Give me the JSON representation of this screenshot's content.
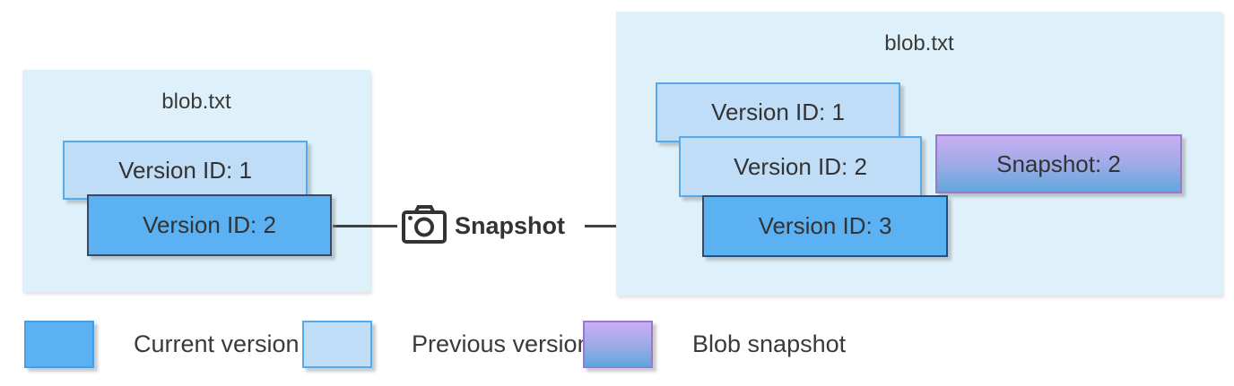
{
  "left_box": {
    "title": "blob.txt",
    "cards": [
      {
        "label": "Version ID: 1",
        "type": "previous-version"
      },
      {
        "label": "Version ID: 2",
        "type": "current-version"
      }
    ]
  },
  "connector": {
    "label": "Snapshot",
    "icon": "camera-icon"
  },
  "right_box": {
    "title": "blob.txt",
    "cards": [
      {
        "label": "Version ID: 1",
        "type": "previous-version"
      },
      {
        "label": "Version ID: 2",
        "type": "previous-version"
      },
      {
        "label": "Version ID: 3",
        "type": "current-version"
      }
    ],
    "snapshot_card": {
      "label": "Snapshot: 2",
      "type": "blob-snapshot"
    }
  },
  "legend": {
    "items": [
      {
        "label": "Current version",
        "swatch": "current-version"
      },
      {
        "label": "Previous version",
        "swatch": "previous-version"
      },
      {
        "label": "Blob snapshot",
        "swatch": "blob-snapshot"
      }
    ]
  },
  "colors": {
    "box_background": "#def1fa",
    "previous_fill": "#bfddf7",
    "previous_border": "#57a9ea",
    "current_fill": "#5bb1f1",
    "current_border": "#2e4d6e",
    "snapshot_gradient_top": "#c9aef2",
    "snapshot_gradient_bottom": "#5fa8dc",
    "snapshot_border": "#9a77d1",
    "arrow": "#404040",
    "text": "#3a3a3a"
  }
}
